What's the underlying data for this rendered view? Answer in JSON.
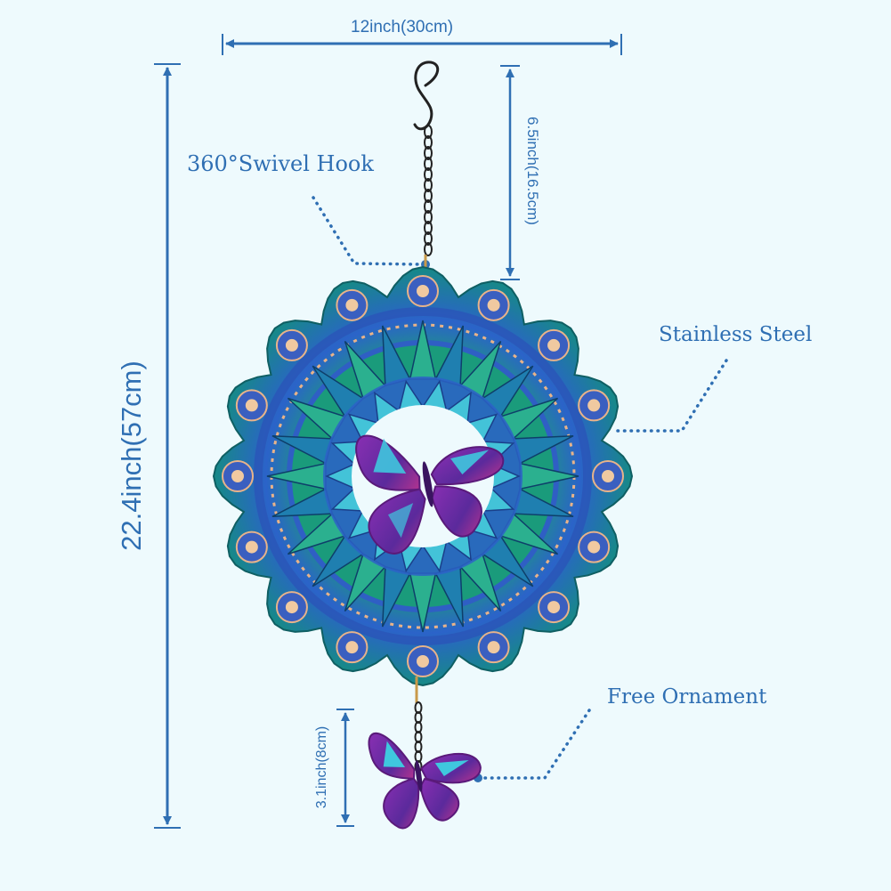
{
  "dimensions": {
    "width": "12inch(30cm)",
    "total_height": "22.4inch(57cm)",
    "hook_length": "6.5inch(16.5cm)",
    "ornament_height": "3.1inch(8cm)"
  },
  "callouts": {
    "hook": "360°Swivel Hook",
    "material": "Stainless Steel",
    "ornament": "Free Ornament"
  },
  "colors": {
    "annotation": "#2f6fb3",
    "background": "#eefafd",
    "teal": "#1b8f86",
    "blue": "#2f5fc4",
    "purple": "#7a2c9e",
    "magenta": "#b5338f",
    "cyan": "#3fc7de"
  }
}
